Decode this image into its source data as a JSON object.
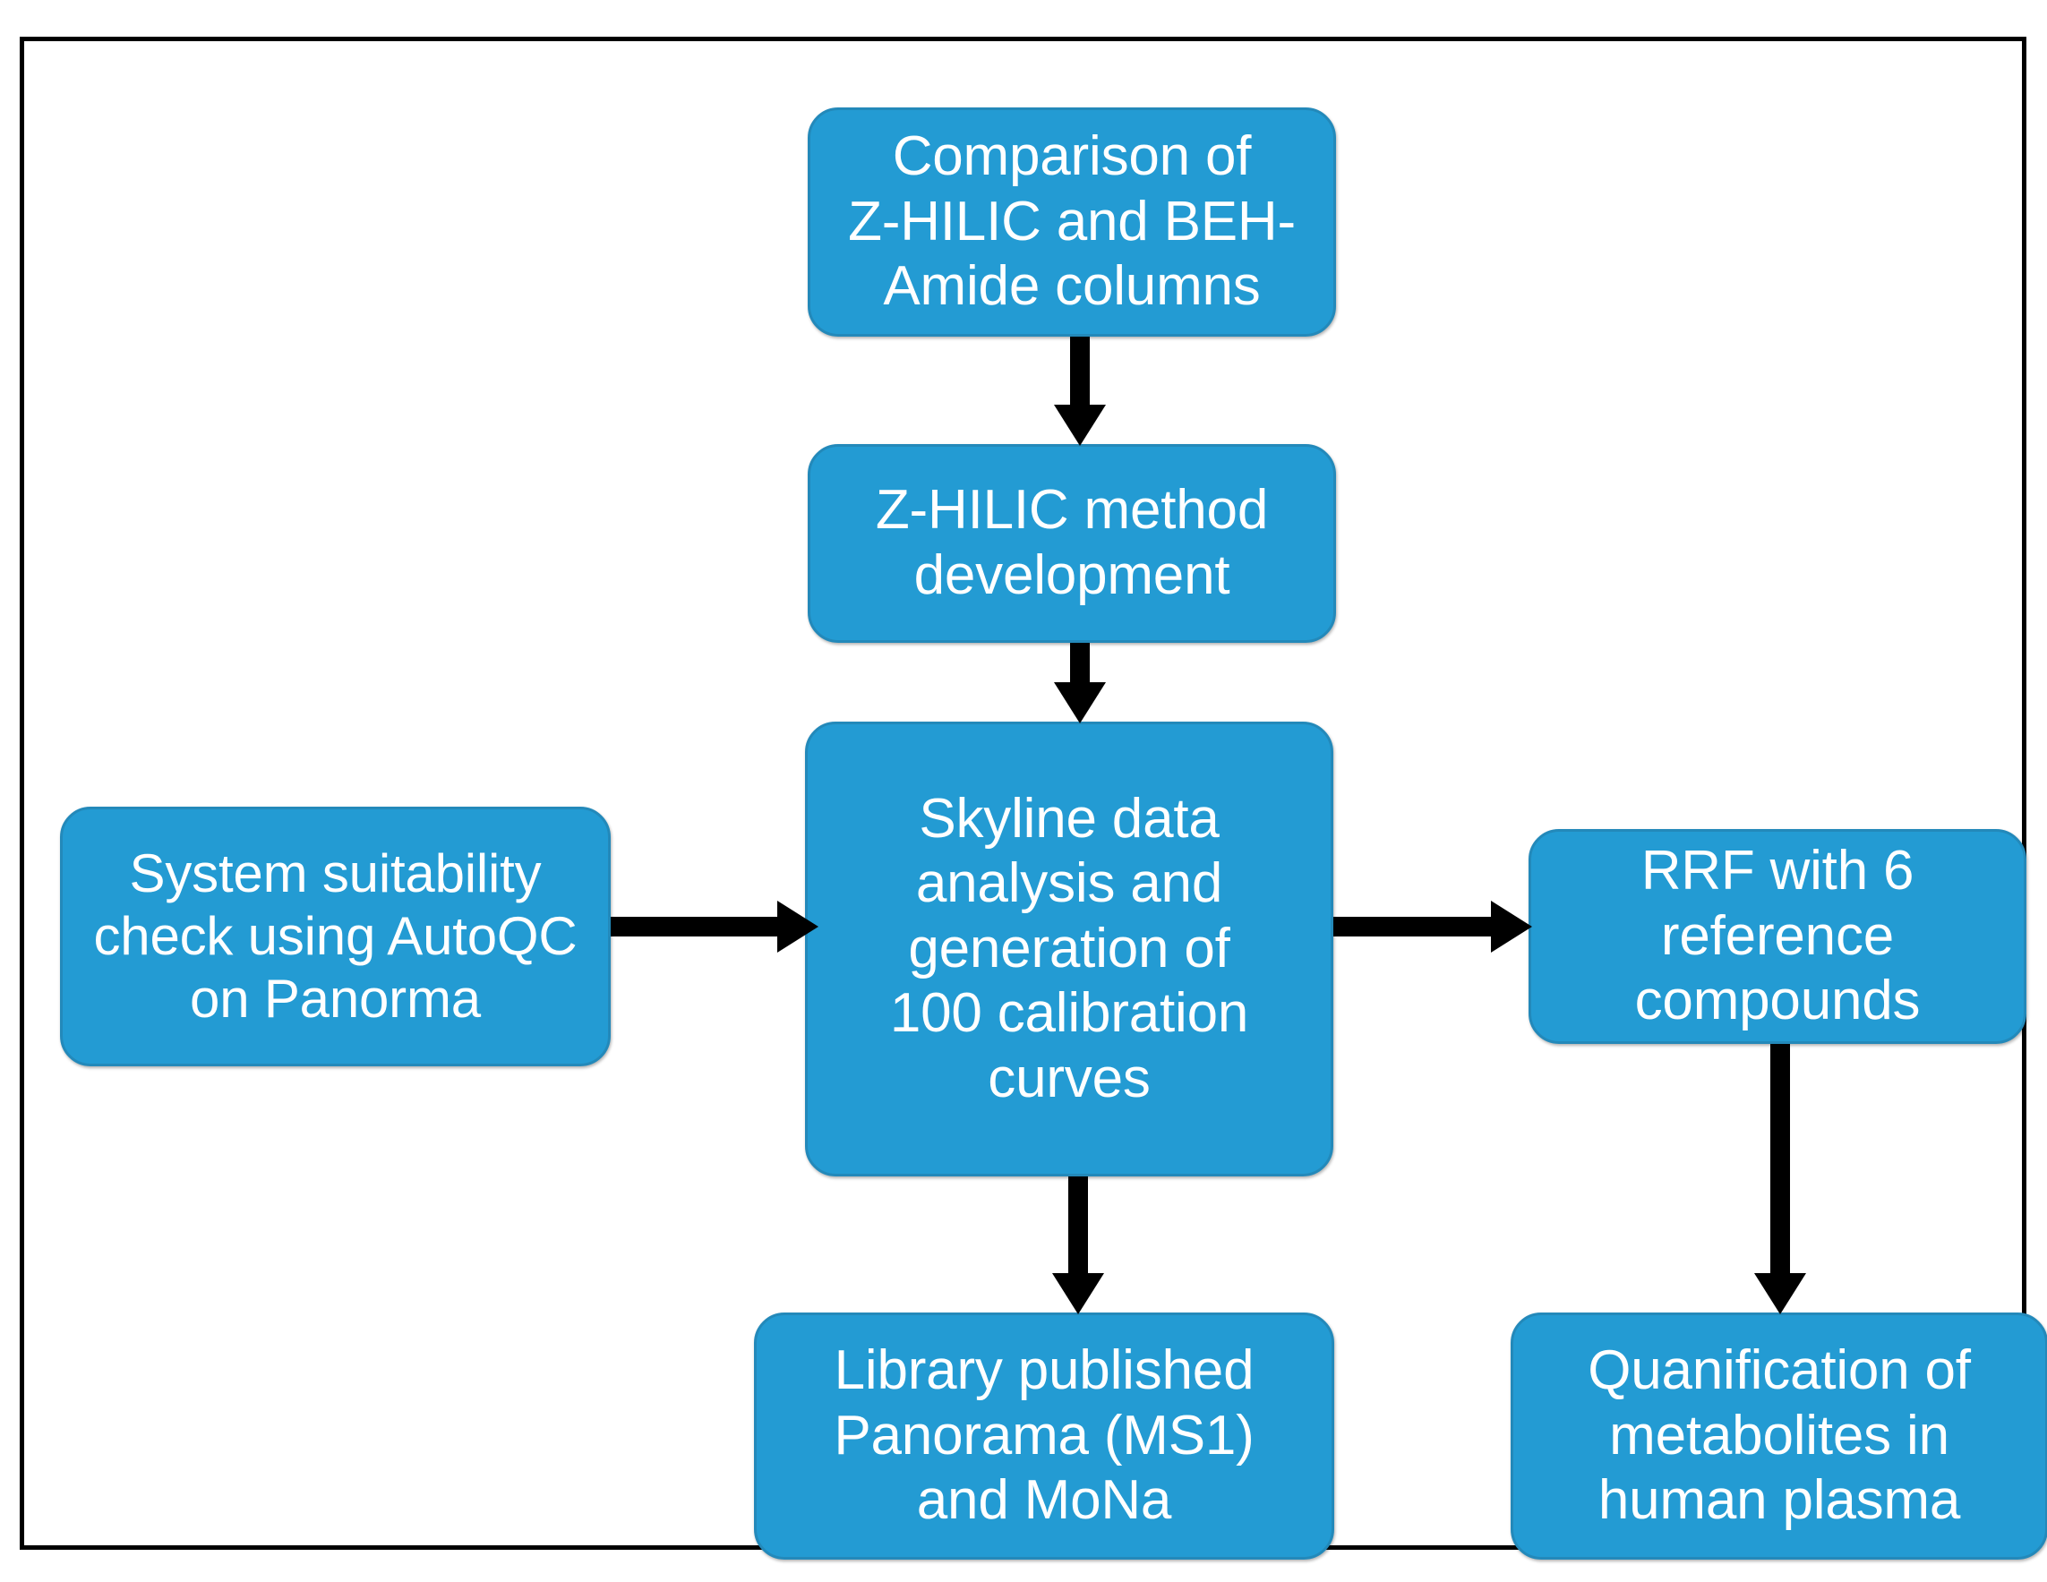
{
  "diagram": {
    "type": "flowchart",
    "title": "Analytical workflow flowchart",
    "colors": {
      "node_fill": "#239BD3",
      "node_border": "#2389BA",
      "node_text": "#FFFFFF",
      "arrow": "#000000",
      "frame_border": "#000000",
      "background": "#FFFFFF"
    },
    "nodes": [
      {
        "id": "comparison",
        "label": "Comparison of\nZ-HILIC and BEH-\nAmide columns"
      },
      {
        "id": "method_development",
        "label": "Z-HILIC method\ndevelopment"
      },
      {
        "id": "skyline",
        "label": "Skyline data\nanalysis and\ngeneration of\n100 calibration\ncurves"
      },
      {
        "id": "system_suitability",
        "label": "System suitability\ncheck using AutoQC\non Panorma"
      },
      {
        "id": "rrf",
        "label": "RRF with 6\nreference\ncompounds"
      },
      {
        "id": "library",
        "label": "Library published\nPanorama (MS1)\nand MoNa"
      },
      {
        "id": "quantification",
        "label": "Quanification of\nmetabolites in\nhuman plasma"
      }
    ],
    "edges": [
      {
        "id": "e1",
        "from": "comparison",
        "to": "method_development",
        "direction": "down"
      },
      {
        "id": "e2",
        "from": "method_development",
        "to": "skyline",
        "direction": "down"
      },
      {
        "id": "e3",
        "from": "system_suitability",
        "to": "skyline",
        "direction": "right"
      },
      {
        "id": "e4",
        "from": "skyline",
        "to": "rrf",
        "direction": "right"
      },
      {
        "id": "e5",
        "from": "skyline",
        "to": "library",
        "direction": "down"
      },
      {
        "id": "e6",
        "from": "rrf",
        "to": "quantification",
        "direction": "down"
      }
    ]
  }
}
